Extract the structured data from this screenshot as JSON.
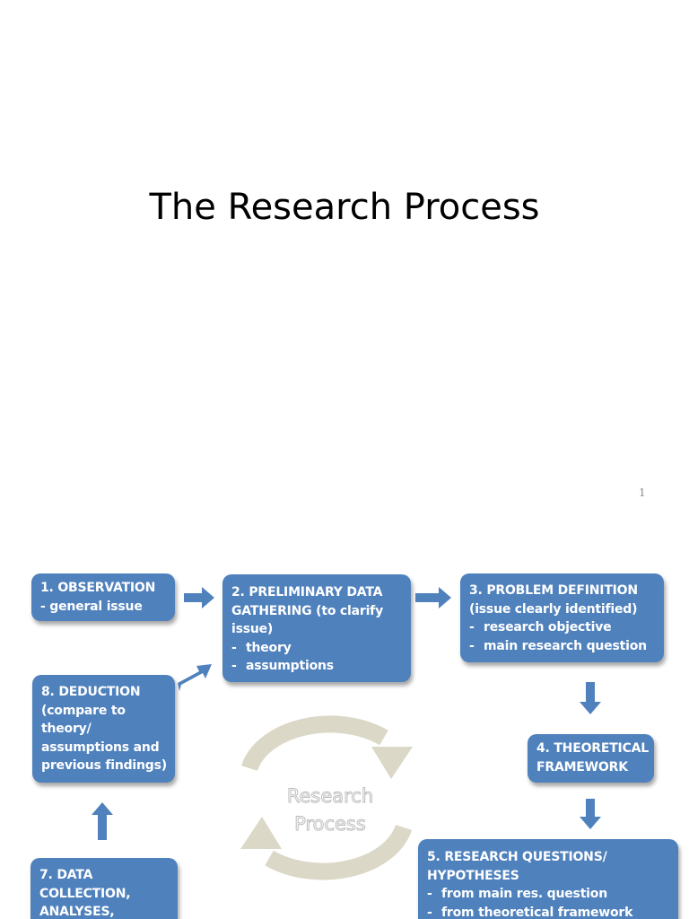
{
  "slide1": {
    "title": "The Research Process",
    "page_number": "1"
  },
  "diagram": {
    "center_label_line1": "Research",
    "center_label_line2": "Process",
    "box1": {
      "lines": [
        "1. OBSERVATION",
        "- general issue"
      ]
    },
    "box2": {
      "lines": [
        "2. PRELIMINARY DATA",
        "GATHERING (to clarify",
        "issue)"
      ],
      "bullets": [
        "theory",
        "assumptions"
      ]
    },
    "box3": {
      "lines": [
        "3.  PROBLEM DEFINITION",
        "(issue clearly identified)"
      ],
      "bullets": [
        "research objective",
        "main research question"
      ]
    },
    "box4": {
      "lines": [
        "4. THEORETICAL",
        "FRAMEWORK"
      ]
    },
    "box5": {
      "lines": [
        "5. RESEARCH QUESTIONS/",
        "HYPOTHESES"
      ],
      "bullets": [
        "from main res. question",
        "from theoretical framework"
      ]
    },
    "box7": {
      "lines": [
        "7. DATA",
        "COLLECTION,",
        "ANALYSES,"
      ]
    },
    "box8": {
      "lines": [
        "8. DEDUCTION",
        "(compare to",
        "theory/",
        "assumptions and",
        "previous findings)"
      ]
    },
    "colors": {
      "box": "#4f81bd",
      "arrow": "#4f81bd",
      "cycle": "#dcd8c7"
    }
  }
}
